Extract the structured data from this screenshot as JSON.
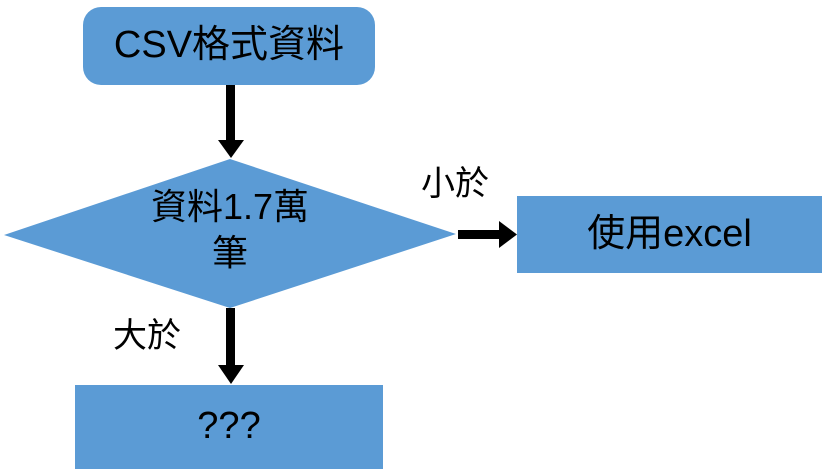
{
  "colors": {
    "shape_fill": "#5b9bd5",
    "arrow": "#000000",
    "text": "#000000",
    "background": "#ffffff"
  },
  "flowchart": {
    "start": {
      "label": "CSV格式資料"
    },
    "decision": {
      "lines": [
        "資料1.7萬",
        "筆"
      ]
    },
    "excel": {
      "label": "使用excel"
    },
    "unknown": {
      "label": "???"
    },
    "edge_labels": {
      "less_than": "小於",
      "greater_than": "大於"
    }
  }
}
